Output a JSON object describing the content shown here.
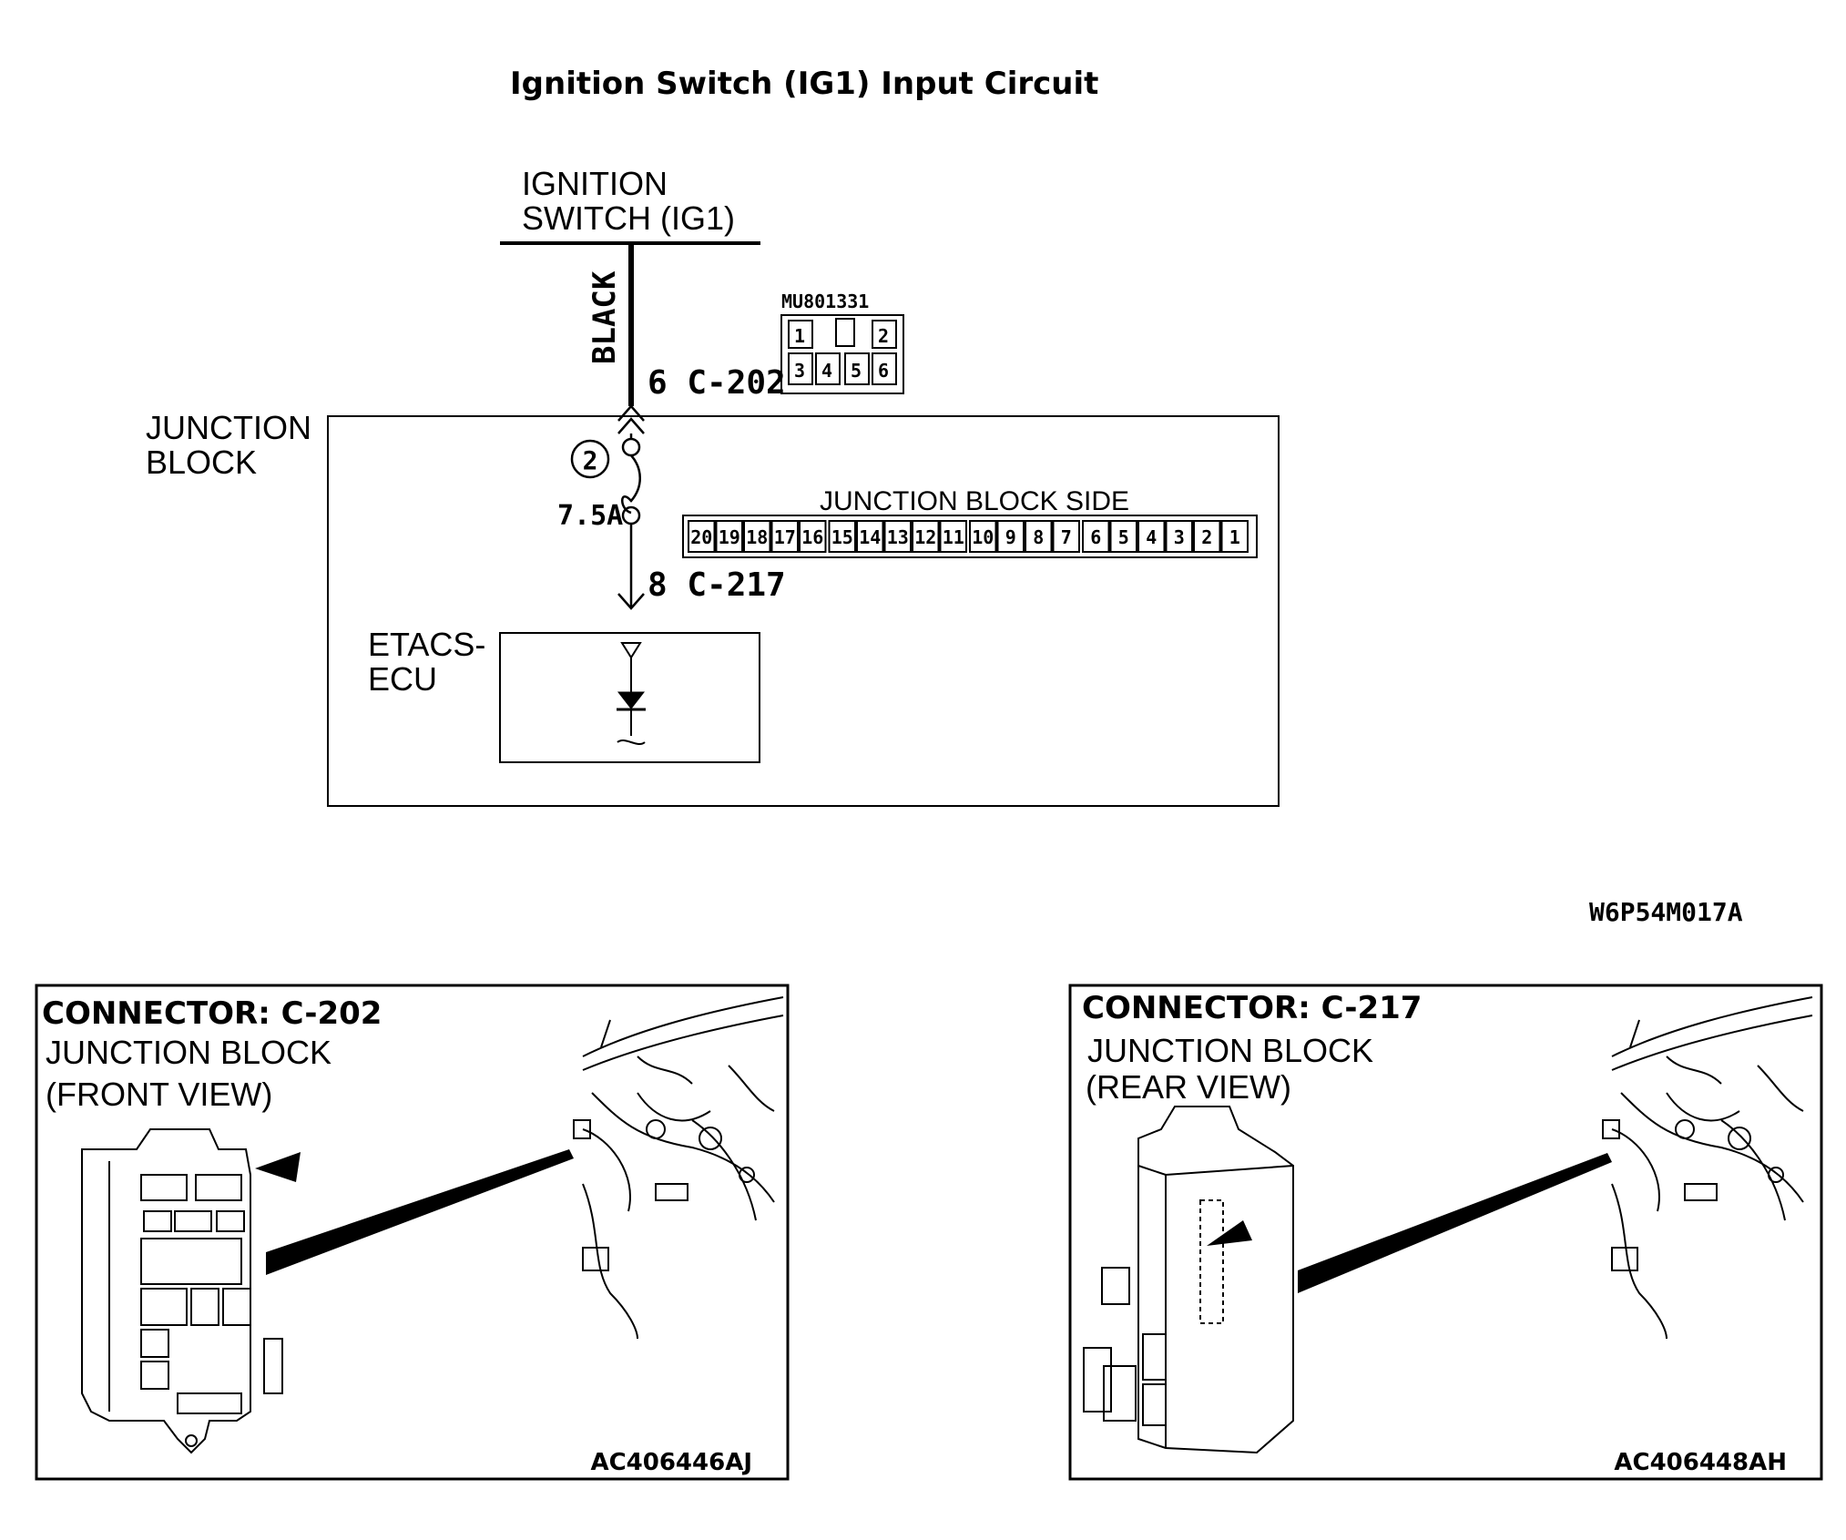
{
  "title": "Ignition Switch (IG1) Input Circuit",
  "ignition_switch": {
    "line1": "IGNITION",
    "line2": "SWITCH (IG1)"
  },
  "wire_color": "BLACK",
  "connector_c202_label": "6 C-202",
  "mu_part": {
    "number": "MU801331",
    "pins": [
      "1",
      "2",
      "3",
      "4",
      "5",
      "6"
    ]
  },
  "junction_block": {
    "line1": "JUNCTION",
    "line2": "BLOCK"
  },
  "fuse": {
    "number": "2",
    "rating": "7.5A"
  },
  "junction_block_side": {
    "label": "JUNCTION BLOCK SIDE",
    "pins": [
      "20",
      "19",
      "18",
      "17",
      "16",
      "15",
      "14",
      "13",
      "12",
      "11",
      "10",
      "9",
      "8",
      "7",
      "6",
      "5",
      "4",
      "3",
      "2",
      "1"
    ]
  },
  "connector_c217_label": "8 C-217",
  "ecu": {
    "line1": "ETACS-",
    "line2": "ECU"
  },
  "diagram_code": "W6P54M017A",
  "panels": [
    {
      "title": "CONNECTOR: C-202",
      "line1": "JUNCTION BLOCK",
      "line2": "(FRONT VIEW)",
      "code": "AC406446AJ"
    },
    {
      "title": "CONNECTOR: C-217",
      "line1": "JUNCTION BLOCK",
      "line2": "(REAR VIEW)",
      "code": "AC406448AH"
    }
  ]
}
